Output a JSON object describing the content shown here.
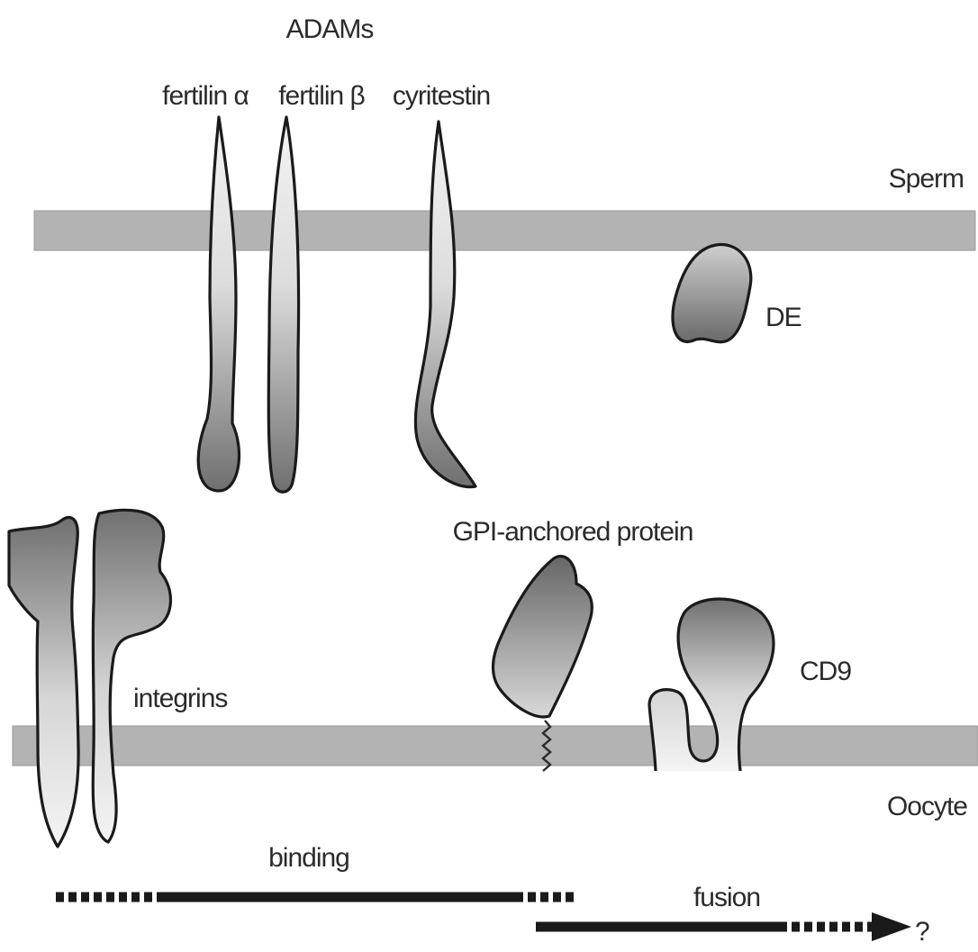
{
  "labels": {
    "adams": "ADAMs",
    "fertilin_alpha": "fertilin α",
    "fertilin_beta": "fertilin β",
    "cyritestin": "cyritestin",
    "sperm": "Sperm",
    "de": "DE",
    "gpi": "GPI-anchored protein",
    "cd9": "CD9",
    "integrins": "integrins",
    "oocyte": "Oocyte",
    "binding": "binding",
    "fusion": "fusion",
    "question": "?"
  },
  "colors": {
    "membrane": "#b3b3b3",
    "protein_dark": "#777777",
    "protein_light": "#f2f2f2",
    "outline": "#1a1a1a",
    "text": "#2b2b2b"
  }
}
